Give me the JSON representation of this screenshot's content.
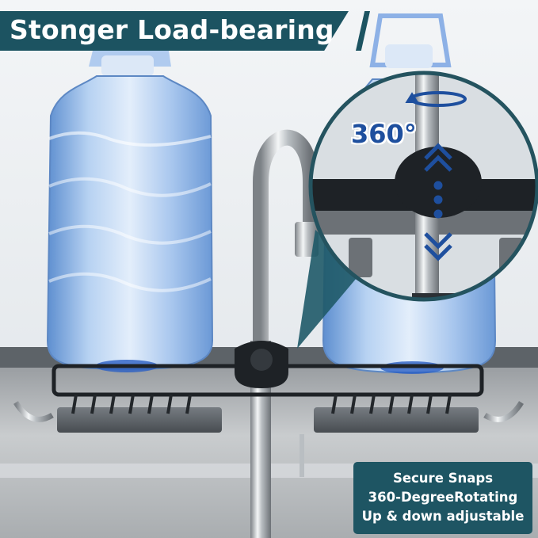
{
  "headline": "Stonger Load-bearing",
  "rotation_label": "360°",
  "features": [
    "Secure Snaps",
    "360-DegreeRotating",
    "Up & down adjustable"
  ],
  "colors": {
    "banner": "#1c5361",
    "feature_box": "#1e5563",
    "accent_arrows": "#1e4f9e",
    "bottle_blue": "#8fb8e6",
    "rack_black": "#1e2226"
  }
}
